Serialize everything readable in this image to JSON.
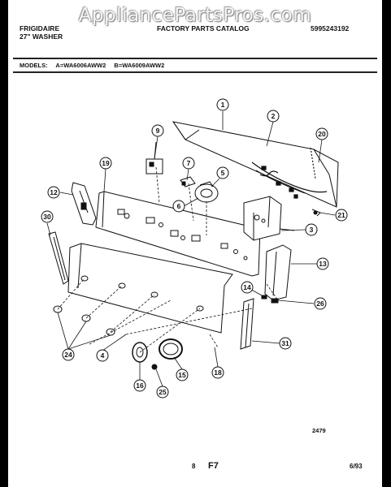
{
  "watermark": "AppliancePartsPros.com",
  "header": {
    "brand": "FRIGIDAIRE",
    "product": "27\" WASHER",
    "title": "FACTORY PARTS CATALOG",
    "catalog_number": "5995243192"
  },
  "models": {
    "label": "MODELS:",
    "a": "A=WA6006AWW2",
    "b": "B=WA6009AWW2"
  },
  "callouts": [
    "1",
    "2",
    "20",
    "9",
    "7",
    "5",
    "19",
    "6",
    "12",
    "30",
    "21",
    "3",
    "13",
    "14",
    "26",
    "31",
    "24",
    "4",
    "15",
    "18",
    "16",
    "25"
  ],
  "footer": {
    "drawing_number": "2479",
    "page": "8",
    "section": "F7",
    "date": "6/93"
  }
}
